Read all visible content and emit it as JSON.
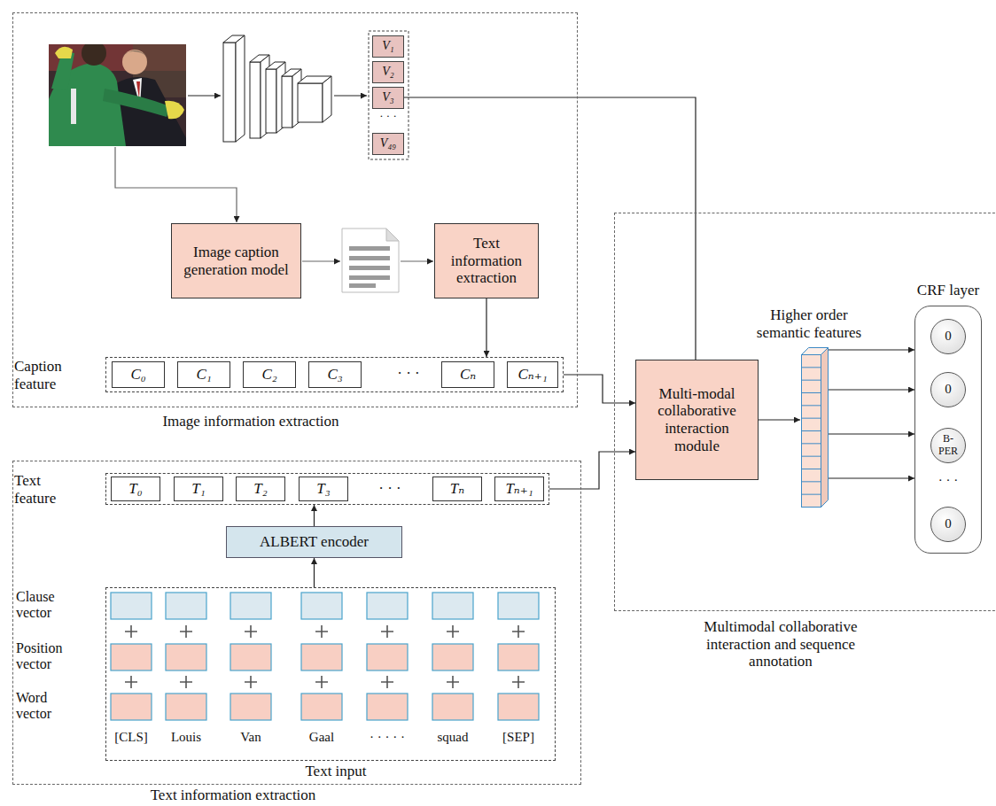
{
  "diagram": {
    "nodes": [
      {
        "text": [
          "Image information extraction"
        ]
      },
      {
        "text": [
          "V₁"
        ],
        "in": 0
      },
      {
        "text": [
          "V₂"
        ],
        "in": 0
      },
      {
        "text": [
          "V₃"
        ],
        "in": 0
      },
      {
        "text": [
          "V₄₉"
        ],
        "in": 0
      },
      {
        "text": [
          "Image caption generation model"
        ],
        "in": 0
      },
      {
        "text": [
          "Text information extraction"
        ],
        "in": 0
      },
      {
        "text": [
          "Caption feature"
        ],
        "in": 0
      },
      {
        "text": [
          "C₀"
        ],
        "in": 7
      },
      {
        "text": [
          "C₁"
        ],
        "in": 7
      },
      {
        "text": [
          "C₂"
        ],
        "in": 7
      },
      {
        "text": [
          "C₃"
        ],
        "in": 7
      },
      {
        "text": [
          "Cₙ"
        ],
        "in": 7
      },
      {
        "text": [
          "Cₙ₊₁"
        ],
        "in": 7
      },
      {
        "text": [
          "Text information extraction"
        ]
      },
      {
        "text": [
          "Text feature"
        ],
        "in": 14
      },
      {
        "text": [
          "T₀"
        ],
        "in": 15
      },
      {
        "text": [
          "T₁"
        ],
        "in": 15
      },
      {
        "text": [
          "T₂"
        ],
        "in": 15
      },
      {
        "text": [
          "T₃"
        ],
        "in": 15
      },
      {
        "text": [
          "Tₙ"
        ],
        "in": 15
      },
      {
        "text": [
          "Tₙ₊₁"
        ],
        "in": 15
      },
      {
        "text": [
          "ALBERT encoder"
        ],
        "in": 14
      },
      {
        "text": [
          "Text input"
        ],
        "in": 14
      },
      {
        "text": [
          "Multimodal collaborative interaction and sequence annotation"
        ]
      },
      {
        "text": [
          "Multi-modal collaborative interaction module"
        ],
        "in": 24
      },
      {
        "text": [
          "Higher order semantic features"
        ],
        "in": 24
      },
      {
        "text": [
          "CRF layer"
        ],
        "in": 24
      },
      {
        "text": [
          "0"
        ],
        "in": 27
      },
      {
        "text": [
          "0"
        ],
        "in": 27
      },
      {
        "text": [
          "B-PER"
        ],
        "in": 27
      },
      {
        "text": [
          "0"
        ],
        "in": 27
      }
    ],
    "edges": [
      {
        "from": 3,
        "to": 25,
        "arrow": "none"
      },
      {
        "from": 6,
        "to": 7,
        "arrow": "to"
      },
      {
        "from": 7,
        "to": 25,
        "arrow": "to"
      },
      {
        "from": 15,
        "to": 25,
        "arrow": "to"
      },
      {
        "from": 22,
        "to": 15,
        "arrow": "to"
      },
      {
        "from": 23,
        "to": 22,
        "arrow": "to"
      },
      {
        "from": 25,
        "to": 26,
        "arrow": "to"
      },
      {
        "from": 26,
        "to": 27,
        "arrow": "to"
      },
      {
        "from": 26,
        "to": 27,
        "arrow": "to"
      },
      {
        "from": 26,
        "to": 27,
        "arrow": "to"
      },
      {
        "from": 26,
        "to": 27,
        "arrow": "to"
      }
    ],
    "labels": [
      "· · ·",
      "· · ·",
      "· · ·",
      "Clause vector",
      "Position vector",
      "Word vector",
      "[CLS]",
      "Louis",
      "Van",
      "Gaal",
      "· · · · ·",
      "squad",
      "[SEP]",
      "· · ·"
    ]
  }
}
